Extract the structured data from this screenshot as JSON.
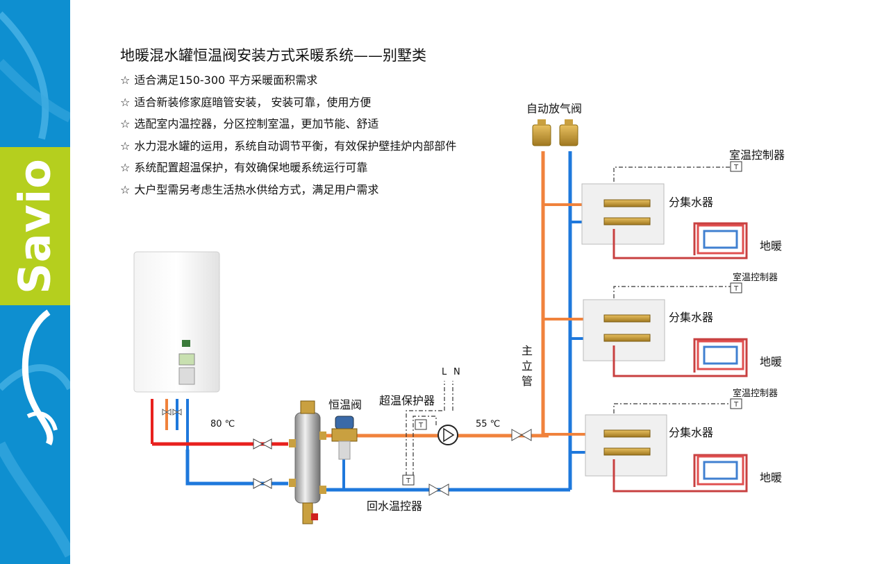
{
  "brand": "Savio",
  "title": "地暖混水罐恒温阀安装方式采暖系统——别墅类",
  "features": [
    "适合满足150-300 平方采暖面积需求",
    "适合新装修家庭暗管安装， 安装可靠，使用方便",
    "选配室内温控器，分区控制室温，更加节能、舒适",
    "水力混水罐的运用，系统自动调节平衡，有效保护壁挂炉内部部件",
    "系统配置超温保护，有效确保地暖系统运行可靠",
    "大户型需另考虑生活热水供给方式，满足用户需求"
  ],
  "star_symbol": "☆",
  "labels": {
    "air_vent": "自动放气阀",
    "thermostat_1": "室温控制器",
    "thermostat_2": "室温控制器",
    "thermostat_3": "室温控制器",
    "manifold_1": "分集水器",
    "manifold_2": "分集水器",
    "manifold_3": "分集水器",
    "floor_heat_1": "地暖",
    "floor_heat_2": "地暖",
    "floor_heat_3": "地暖",
    "main_riser": "主立管",
    "thermostatic_valve": "恒温阀",
    "overtemp_protector": "超温保护器",
    "return_controller": "回水温控器",
    "temp_80": "80 ℃",
    "temp_55": "55 ℃",
    "power_l": "L",
    "power_n": "N"
  },
  "colors": {
    "sidebar_blue": "#0e8fd0",
    "brand_green": "#b5cf1e",
    "hot_pipe": "#e8201e",
    "warm_pipe": "#f0823c",
    "cold_pipe": "#1e78dc"
  }
}
